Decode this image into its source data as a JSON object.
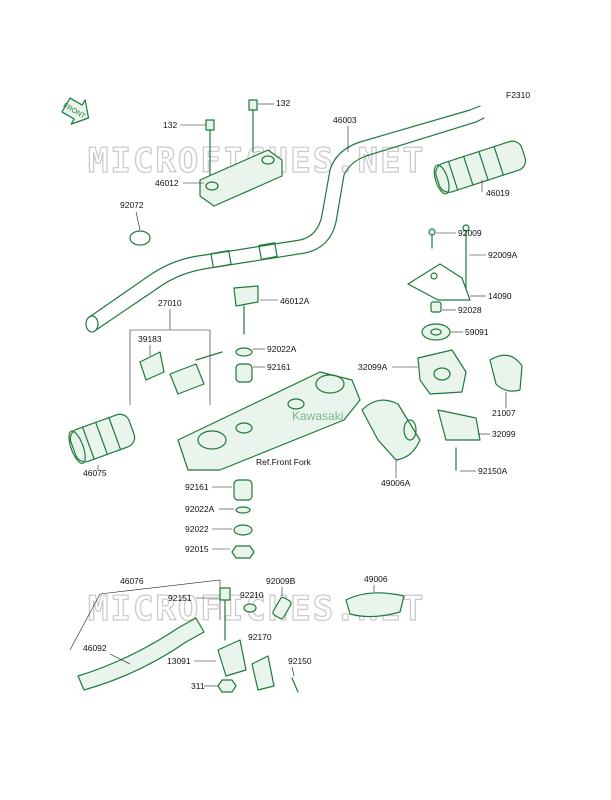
{
  "diagram_code": "F2310",
  "front_arrow_label": "FRONT",
  "watermark_text": "MICROFICHES.NET",
  "brand_watermark": "Kawasaki",
  "ref_note": "Ref.Front Fork",
  "colors": {
    "line": "#1f7a3a",
    "text": "#111111",
    "watermark": "#c9c9c9"
  },
  "parts": [
    {
      "id": "p_132a",
      "number": "132"
    },
    {
      "id": "p_132b",
      "number": "132"
    },
    {
      "id": "p_46003",
      "number": "46003"
    },
    {
      "id": "p_46012",
      "number": "46012"
    },
    {
      "id": "p_46019",
      "number": "46019"
    },
    {
      "id": "p_92072",
      "number": "92072"
    },
    {
      "id": "p_92009",
      "number": "92009"
    },
    {
      "id": "p_92009A",
      "number": "92009A"
    },
    {
      "id": "p_14090",
      "number": "14090"
    },
    {
      "id": "p_92028",
      "number": "92028"
    },
    {
      "id": "p_27010",
      "number": "27010"
    },
    {
      "id": "p_46012A",
      "number": "46012A"
    },
    {
      "id": "p_59091",
      "number": "59091"
    },
    {
      "id": "p_39183",
      "number": "39183"
    },
    {
      "id": "p_92022A_top",
      "number": "92022A"
    },
    {
      "id": "p_92161_top",
      "number": "92161"
    },
    {
      "id": "p_32099A",
      "number": "32099A"
    },
    {
      "id": "p_21007",
      "number": "21007"
    },
    {
      "id": "p_32099",
      "number": "32099"
    },
    {
      "id": "p_46075",
      "number": "46075"
    },
    {
      "id": "p_49006A",
      "number": "49006A"
    },
    {
      "id": "p_92150A",
      "number": "92150A"
    },
    {
      "id": "p_92161_bot",
      "number": "92161"
    },
    {
      "id": "p_92022A_bot",
      "number": "92022A"
    },
    {
      "id": "p_92022",
      "number": "92022"
    },
    {
      "id": "p_92015",
      "number": "92015"
    },
    {
      "id": "p_46076",
      "number": "46076"
    },
    {
      "id": "p_92151",
      "number": "92151"
    },
    {
      "id": "p_92009B",
      "number": "92009B"
    },
    {
      "id": "p_92210",
      "number": "92210"
    },
    {
      "id": "p_49006",
      "number": "49006"
    },
    {
      "id": "p_46092",
      "number": "46092"
    },
    {
      "id": "p_92170",
      "number": "92170"
    },
    {
      "id": "p_13091",
      "number": "13091"
    },
    {
      "id": "p_92150",
      "number": "92150"
    },
    {
      "id": "p_311",
      "number": "311"
    }
  ]
}
